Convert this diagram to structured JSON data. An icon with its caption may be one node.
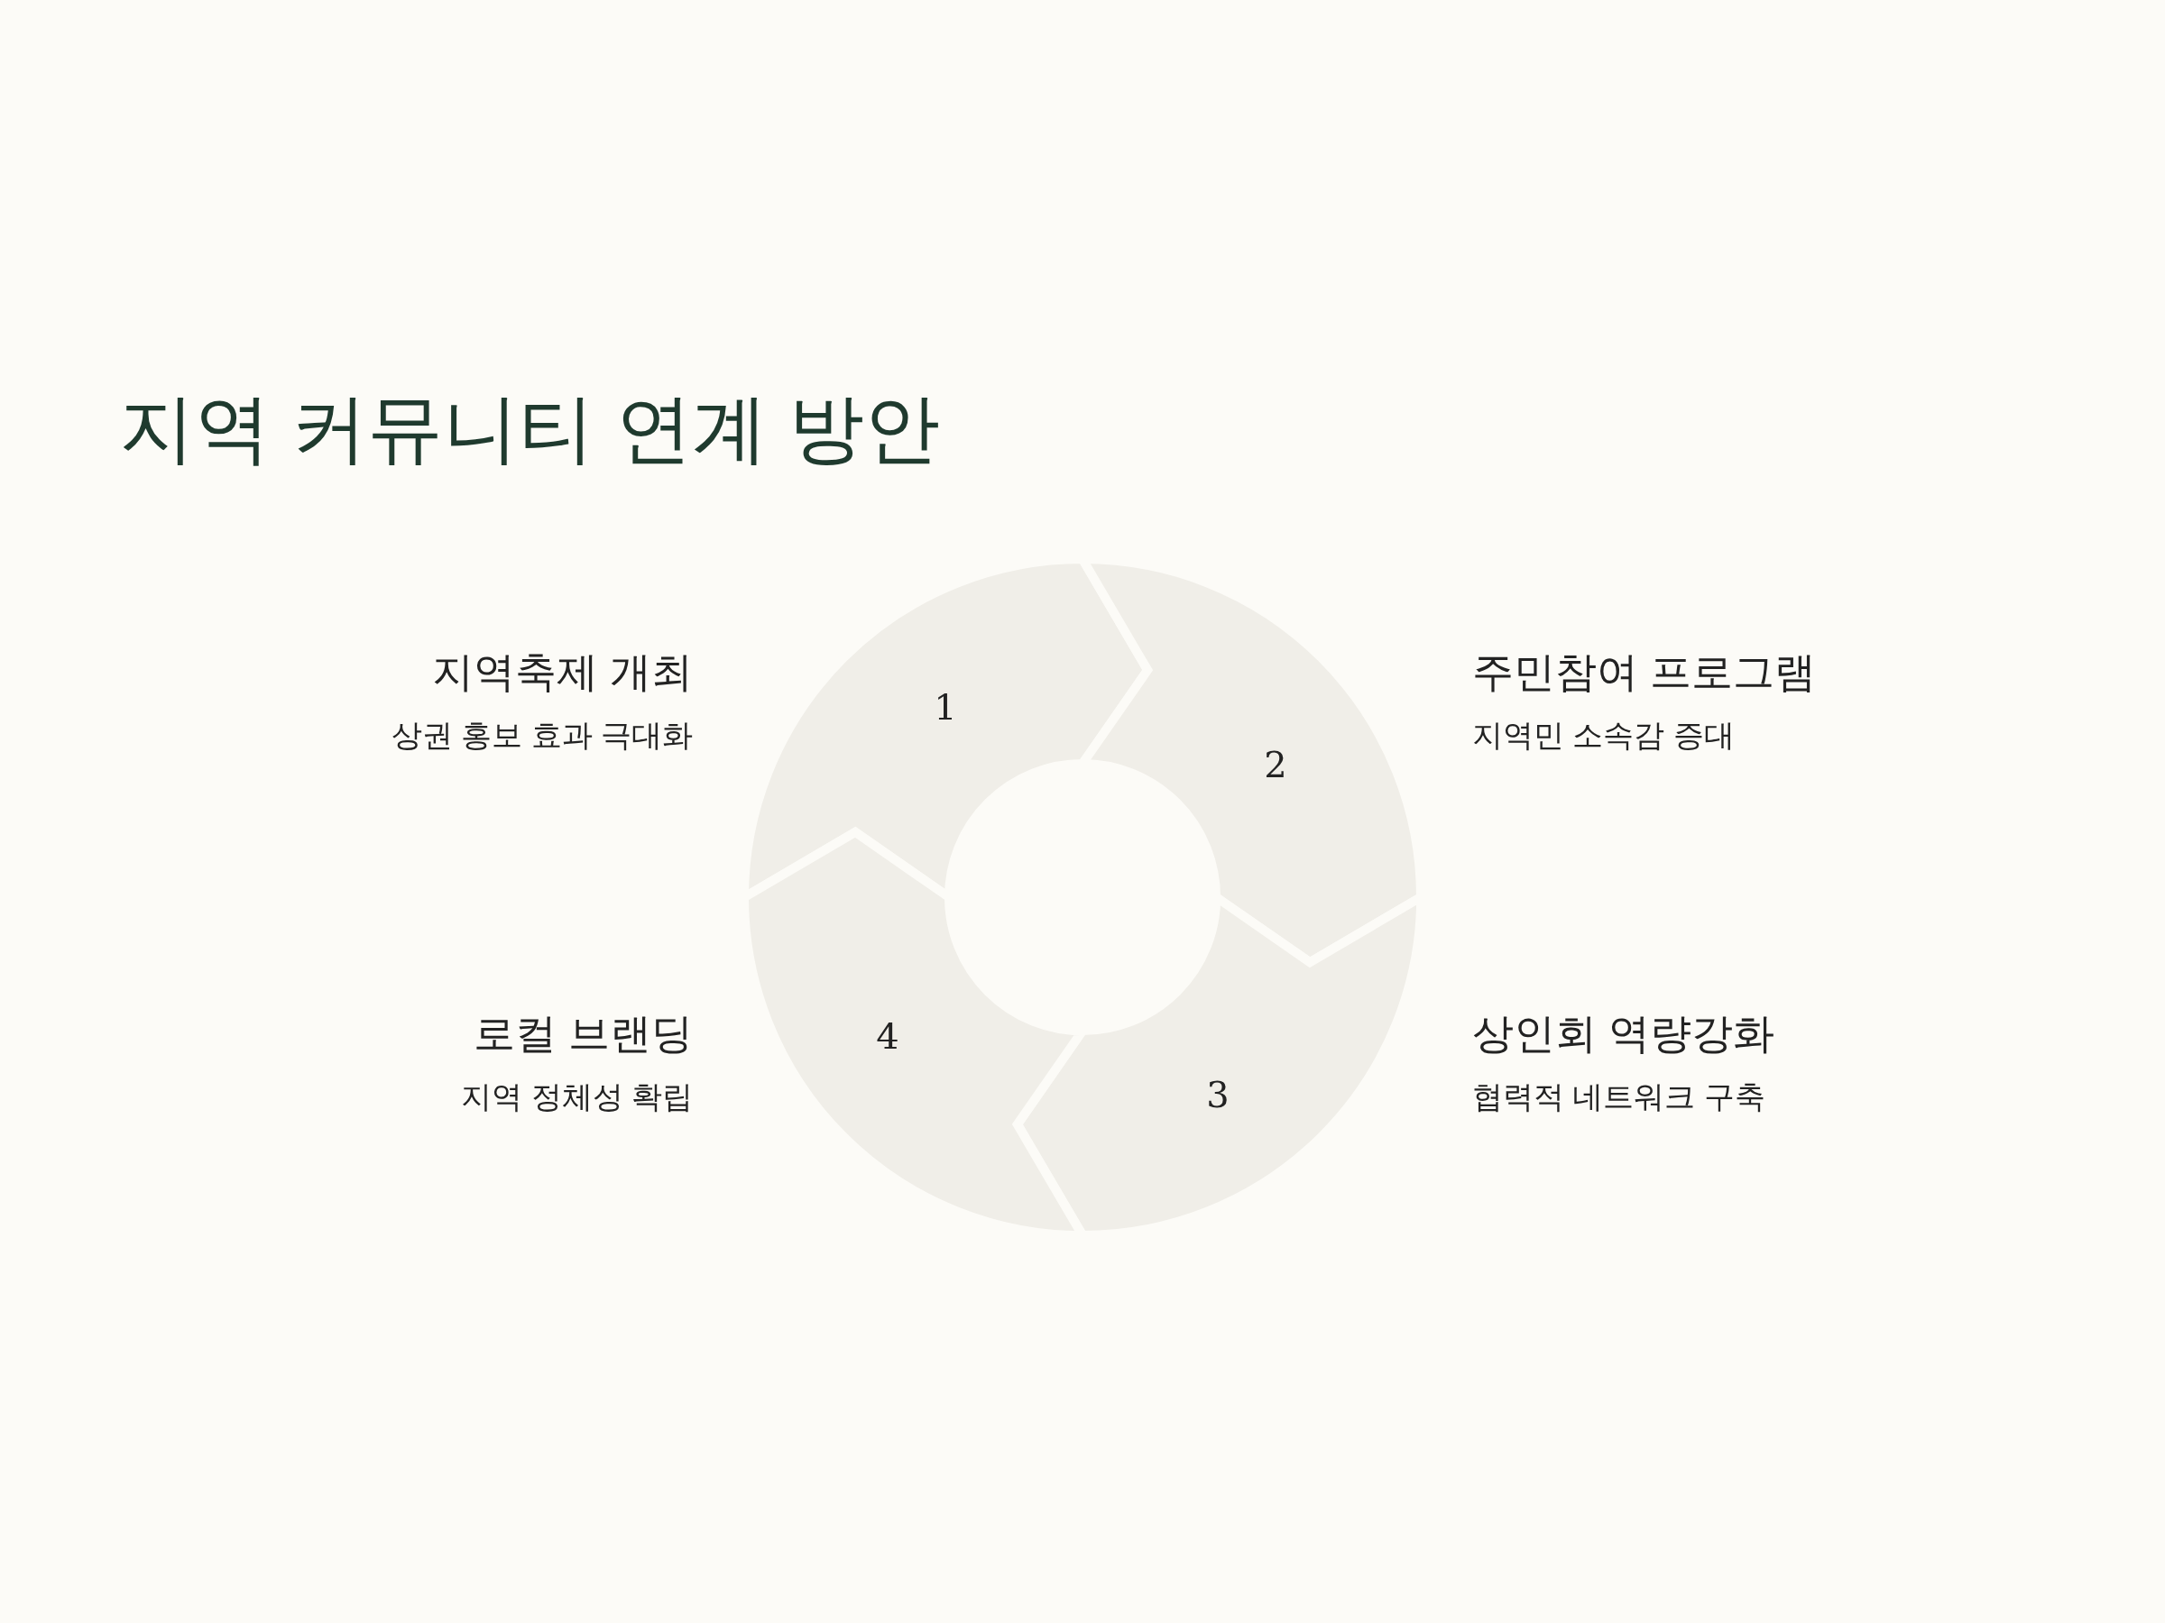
{
  "diagram": {
    "title": "지역 커뮤니티 연계 방안",
    "nodes": [
      {
        "text": [
          "1"
        ],
        "beside": [
          "지역축제 개최",
          "상권 홍보 효과 극대화"
        ]
      },
      {
        "text": [
          "2"
        ],
        "beside": [
          "주민참여 프로그램",
          "지역민 소속감 증대"
        ]
      },
      {
        "text": [
          "3"
        ],
        "beside": [
          "상인회 역량강화",
          "협력적 네트워크 구축"
        ]
      },
      {
        "text": [
          "4"
        ],
        "beside": [
          "로컬 브랜딩",
          "지역 정체성 확립"
        ]
      }
    ]
  }
}
